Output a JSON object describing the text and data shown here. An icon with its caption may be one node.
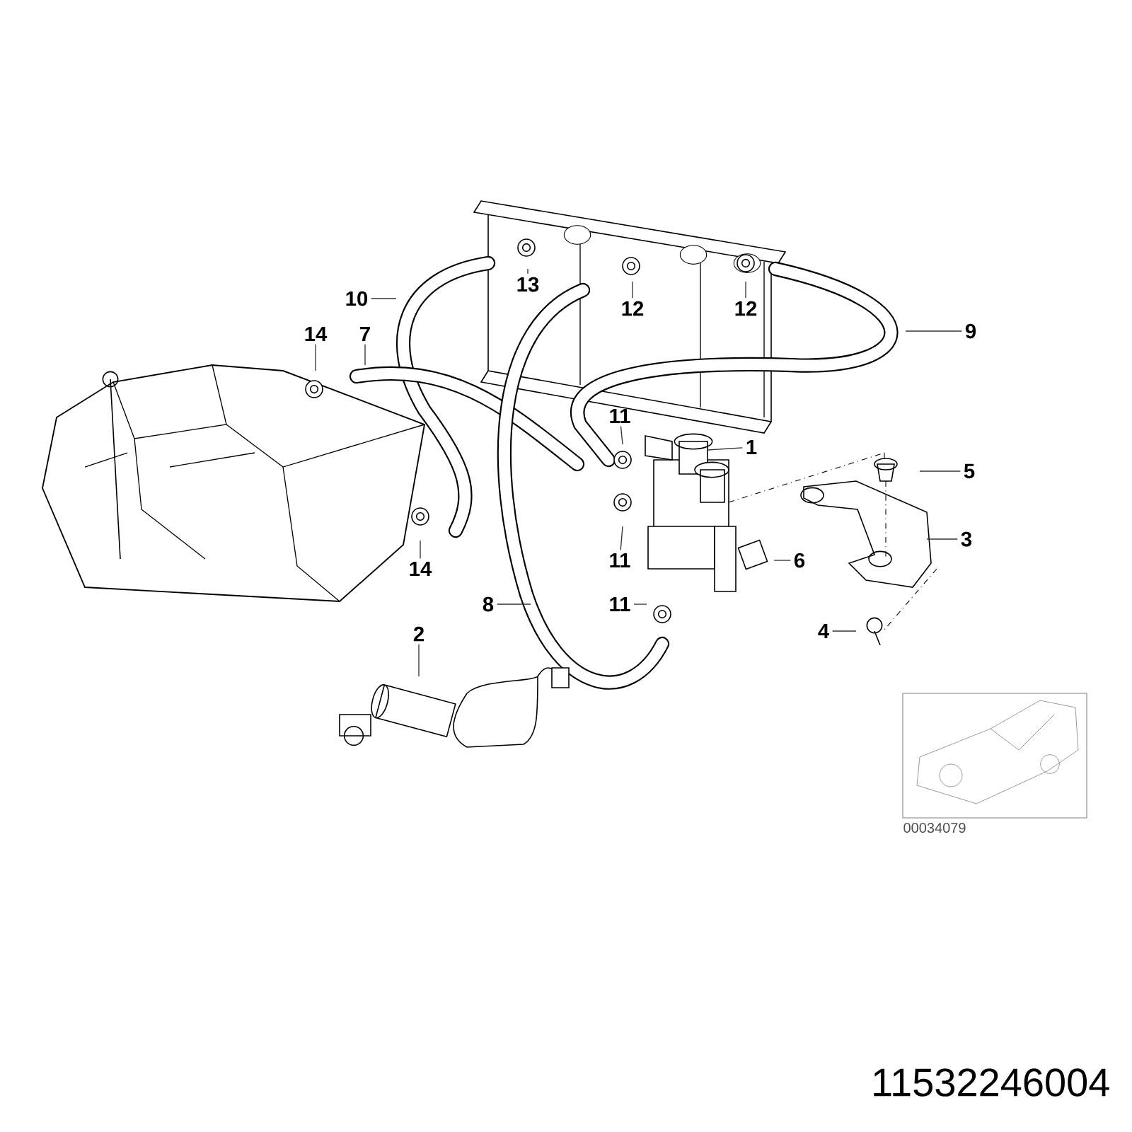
{
  "diagram": {
    "nodes": [
      {
        "text": [
          "1"
        ]
      },
      {
        "text": [
          "2"
        ]
      },
      {
        "text": [
          "3"
        ]
      },
      {
        "text": [
          "4"
        ]
      },
      {
        "text": [
          "5"
        ]
      },
      {
        "text": [
          "6"
        ]
      },
      {
        "text": [
          "7"
        ]
      },
      {
        "text": [
          "8"
        ]
      },
      {
        "text": [
          "9"
        ]
      },
      {
        "text": [
          "10"
        ]
      },
      {
        "text": [
          "11"
        ]
      },
      {
        "text": [
          "11"
        ]
      },
      {
        "text": [
          "11"
        ]
      },
      {
        "text": [
          "12"
        ]
      },
      {
        "text": [
          "12"
        ]
      },
      {
        "text": [
          "13"
        ]
      },
      {
        "text": [
          "14"
        ]
      },
      {
        "text": [
          "14"
        ]
      }
    ],
    "edges": [
      {
        "from": 0,
        "to": null,
        "arrow": "none"
      },
      {
        "from": 1,
        "to": null,
        "arrow": "none"
      },
      {
        "from": 2,
        "to": null,
        "arrow": "none"
      },
      {
        "from": 3,
        "to": null,
        "arrow": "none"
      },
      {
        "from": 4,
        "to": null,
        "arrow": "none"
      },
      {
        "from": 5,
        "to": null,
        "arrow": "none"
      },
      {
        "from": 6,
        "to": null,
        "arrow": "none"
      },
      {
        "from": 7,
        "to": null,
        "arrow": "none"
      },
      {
        "from": 8,
        "to": null,
        "arrow": "none"
      },
      {
        "from": 9,
        "to": null,
        "arrow": "none"
      },
      {
        "from": 10,
        "to": null,
        "arrow": "none"
      },
      {
        "from": 11,
        "to": null,
        "arrow": "none"
      },
      {
        "from": 12,
        "to": null,
        "arrow": "none"
      },
      {
        "from": 13,
        "to": null,
        "arrow": "none"
      },
      {
        "from": 14,
        "to": null,
        "arrow": "none"
      },
      {
        "from": 15,
        "to": null,
        "arrow": "none"
      },
      {
        "from": 16,
        "to": null,
        "arrow": "none"
      },
      {
        "from": 17,
        "to": null,
        "arrow": "none"
      }
    ],
    "labels": [
      "00034079",
      "11532246004"
    ]
  }
}
